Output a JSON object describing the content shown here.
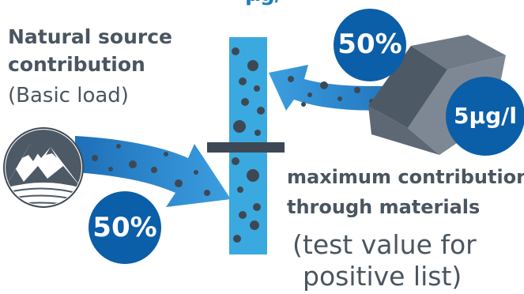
{
  "top_cut_label": "µg/",
  "natural_source": {
    "line1": "Natural source",
    "line2": "contribution",
    "line3": "(Basic load)",
    "percent": "50%"
  },
  "materials": {
    "line1": "maximum contribution",
    "line2": "through materials",
    "line3": "(test value for",
    "line4": "positive list)",
    "percent": "50%",
    "concentration": "5µg/l"
  },
  "colors": {
    "text": "#4a5560",
    "dark_blue": "#0b5ea8",
    "arrow_blue": "#2a86c9",
    "light_blue": "#3aa9e0",
    "particle": "#3e4854",
    "block_dark": "#4e5966",
    "block_light": "#6f7a86",
    "pipe_bar": "#3e4854"
  },
  "icons": {
    "mountain": "mountain-landscape-icon",
    "block": "material-block-icon",
    "pipe": "water-pipe-icon"
  }
}
